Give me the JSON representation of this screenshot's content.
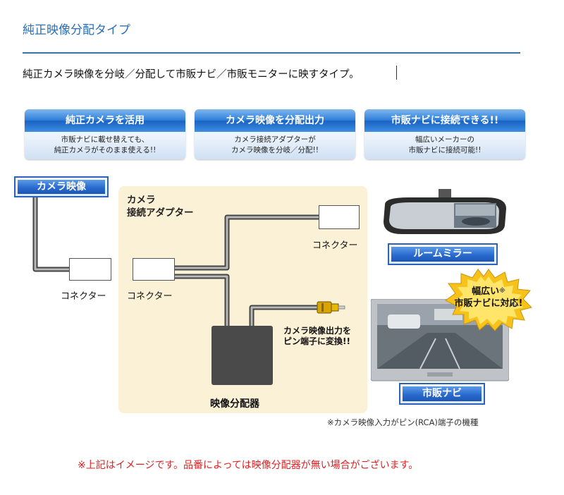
{
  "header": {
    "title": "純正映像分配タイプ",
    "intro": "純正カメラ映像を分岐／分配して市販ナビ／市販モニターに映すタイプ。"
  },
  "features": [
    {
      "title": "純正カメラを活用",
      "line1": "市販ナビに載せ替えても、",
      "line2": "純正カメラがそのまま使える!!"
    },
    {
      "title": "カメラ映像を分配出力",
      "line1": "カメラ接続アダプターが",
      "line2": "カメラ映像を分岐／分配!!"
    },
    {
      "title": "市販ナビに接続できる!!",
      "line1": "幅広いメーカーの",
      "line2": "市販ナビに接続可能!!"
    }
  ],
  "diagram": {
    "camera_label": "カメラ映像",
    "adapter_label_line1": "カメラ",
    "adapter_label_line2": "接続アダプター",
    "connector_left": "コネクター",
    "connector_mid": "コネクター",
    "connector_top": "コネクター",
    "splitter_label": "映像分配器",
    "convert_note_line1": "カメラ映像出力を",
    "convert_note_line2": "ピン端子に変換!!",
    "mirror_label": "ルームミラー",
    "navi_label": "市販ナビ",
    "burst_line1": "幅広い",
    "burst_mark": "※",
    "burst_line2": "市販ナビに対応!",
    "rca_note": "※カメラ映像入力がピン(RCA)端子の機種"
  },
  "footer": {
    "note": "※上記はイメージです。品番によっては映像分配器が無い場合がございます。"
  },
  "colors": {
    "title_blue": "#2a6fb5",
    "badge_blue": "#2a6bd0",
    "adapter_bg": "#fbf1d6",
    "footer_red": "#e02020",
    "burst_yellow": "#f7c21a"
  }
}
